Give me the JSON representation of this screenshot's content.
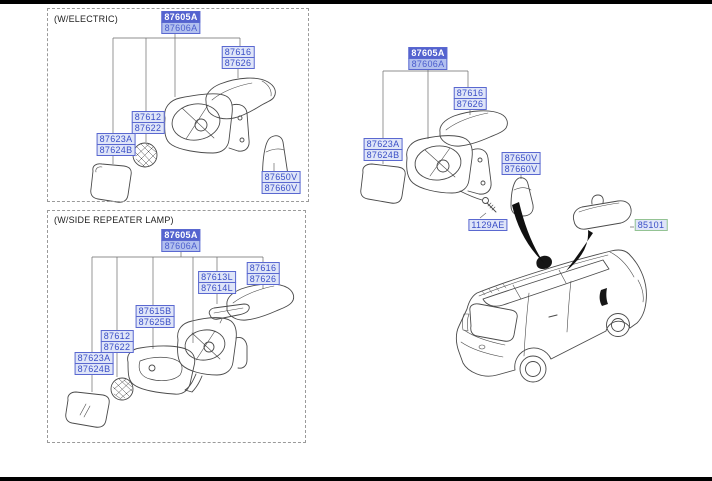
{
  "page": {
    "background": "#ffffff",
    "frame_bar_color": "#000000"
  },
  "colors": {
    "label_text": "#3a4ec6",
    "label_bg": "#dfe5f8",
    "label_border": "#5a68d0",
    "highlight_bg": "#5463cf",
    "highlight_text": "#ffffff",
    "highlight2_bg": "#b2c0ef",
    "highlight2_text": "#4a5ccc",
    "green_border": "#94c394",
    "dash_border": "#9a9a9a",
    "frame_bar": "#000000",
    "line_color": "#4a4a4a"
  },
  "sections": {
    "electric": {
      "title": "(W/ELECTRIC)"
    },
    "side_repeater": {
      "title": "(W/SIDE REPEATER LAMP)"
    }
  },
  "labels": {
    "s1_main": {
      "line1": "87605A",
      "line2": "87606A",
      "highlighted": true
    },
    "s1_upper_cover": {
      "line1": "87616",
      "line2": "87626"
    },
    "s1_actuator": {
      "line1": "87612",
      "line2": "87622"
    },
    "s1_glass": {
      "line1": "87623A",
      "line2": "87624B"
    },
    "s1_lower_cover": {
      "line1": "87650V",
      "line2": "87660V"
    },
    "s2_main": {
      "line1": "87605A",
      "line2": "87606A",
      "highlighted": true
    },
    "s2_lamp_bracket": {
      "line1": "87613L",
      "line2": "87614L"
    },
    "s2_upper_cover": {
      "line1": "87616",
      "line2": "87626"
    },
    "s2_holder": {
      "line1": "87615B",
      "line2": "87625B"
    },
    "s2_actuator": {
      "line1": "87612",
      "line2": "87622"
    },
    "s2_glass": {
      "line1": "87623A",
      "line2": "87624B"
    },
    "s3_main": {
      "line1": "87605A",
      "line2": "87606A",
      "highlighted": true
    },
    "s3_upper_cover": {
      "line1": "87616",
      "line2": "87626"
    },
    "s3_glass": {
      "line1": "87623A",
      "line2": "87624B"
    },
    "s3_lower_cover": {
      "line1": "87650V",
      "line2": "87660V"
    },
    "s3_bolt": {
      "line1": "1129AE"
    },
    "s3_interior_mirror": {
      "line1": "85101",
      "green": true
    }
  },
  "drawings": [
    "mirror-glass",
    "mirror-actuator",
    "mirror-housing",
    "mirror-upper-cover",
    "mirror-lower-cover",
    "mirror-holder-frame",
    "side-repeater-lamp",
    "mounting-bolt",
    "interior-rearview-mirror",
    "hatchback-car",
    "pointer-arrows"
  ]
}
